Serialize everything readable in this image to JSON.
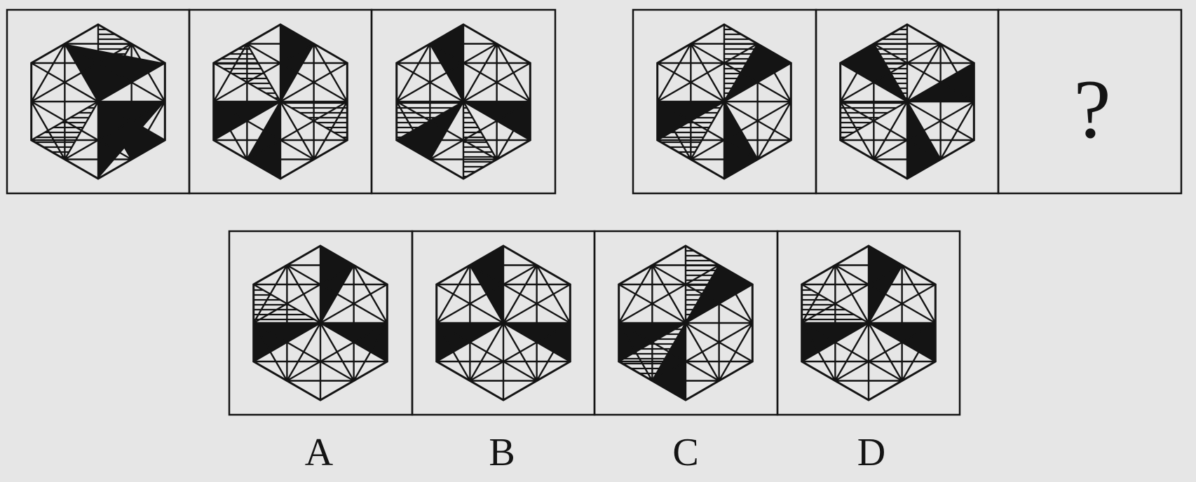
{
  "colors": {
    "background": "#e6e6e6",
    "ink": "#141414",
    "panel": "#e6e6e6"
  },
  "question_mark": "?",
  "option_labels": [
    "A",
    "B",
    "C",
    "D"
  ],
  "puzzle": {
    "group1": [
      {
        "black": [
          [
            11,
            2
          ],
          [
            3,
            6
          ],
          [
            5,
            4
          ]
        ],
        "hatch": [
          [
            0,
            1
          ],
          [
            7,
            8
          ]
        ]
      },
      {
        "black": [
          [
            8,
            9
          ],
          [
            1,
            0
          ],
          [
            6,
            7
          ]
        ],
        "hatch": [
          [
            10,
            11
          ],
          [
            3,
            4
          ]
        ]
      },
      {
        "black": [
          [
            11,
            0
          ],
          [
            3,
            4
          ],
          [
            7,
            8
          ]
        ],
        "hatch": [
          [
            5,
            6
          ],
          [
            9,
            8
          ]
        ]
      }
    ],
    "group2": [
      {
        "black": [
          [
            1,
            2
          ],
          [
            9,
            8
          ],
          [
            5,
            6
          ]
        ],
        "hatch": [
          [
            0,
            1
          ],
          [
            7,
            8
          ]
        ]
      },
      {
        "black": [
          [
            10,
            11
          ],
          [
            3,
            2
          ],
          [
            6,
            5
          ]
        ],
        "hatch": [
          [
            0,
            11
          ],
          [
            8,
            9
          ]
        ]
      }
    ],
    "options": [
      {
        "black": [
          [
            0,
            1
          ],
          [
            8,
            9
          ],
          [
            4,
            3
          ]
        ],
        "hatch": [
          [
            9,
            10
          ],
          [
            3,
            4
          ]
        ]
      },
      {
        "black": [
          [
            0,
            11
          ],
          [
            8,
            9
          ],
          [
            4,
            3
          ]
        ],
        "hatch": [
          [
            8,
            9
          ],
          [
            3,
            4
          ]
        ]
      },
      {
        "black": [
          [
            1,
            2
          ],
          [
            7,
            6
          ],
          [
            9,
            8
          ]
        ],
        "hatch": [
          [
            0,
            1
          ],
          [
            7,
            8
          ]
        ]
      },
      {
        "black": [
          [
            0,
            1
          ],
          [
            9,
            8
          ],
          [
            3,
            4
          ]
        ],
        "hatch": [
          [
            9,
            10
          ],
          [
            3,
            4
          ]
        ]
      }
    ]
  }
}
